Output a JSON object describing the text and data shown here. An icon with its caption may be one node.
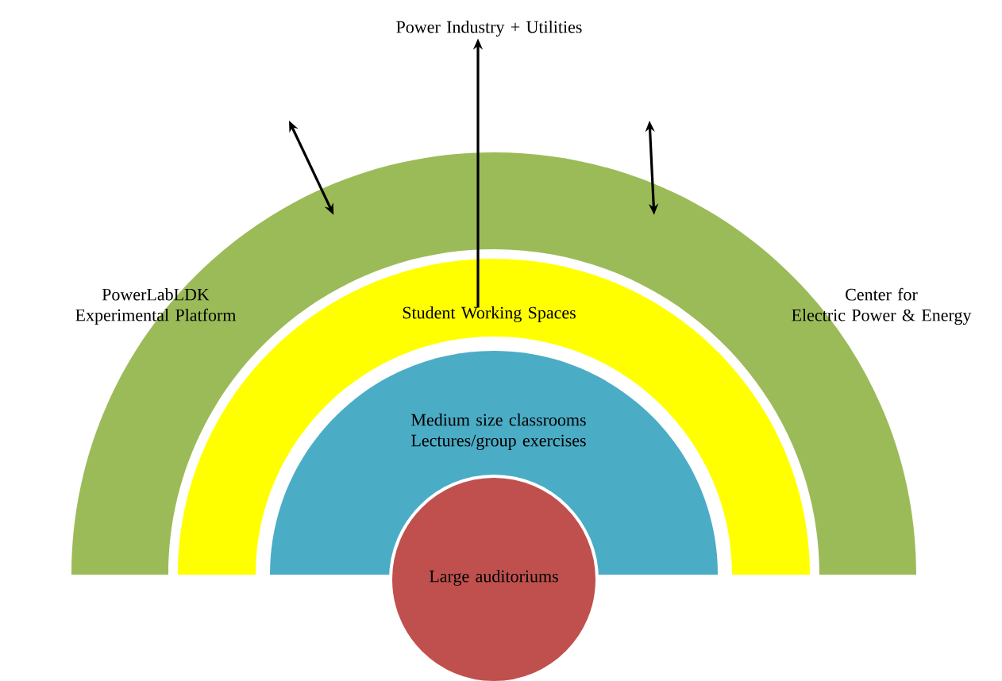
{
  "diagram": {
    "nodes": [
      {
        "text": [
          "PowerLabLDK Experimental Platform",
          "Center for Electric Power & Energy"
        ]
      },
      {
        "text": [
          "Student Working Spaces"
        ],
        "in": 0
      },
      {
        "text": [
          "Medium size classrooms Lectures/group exercises"
        ],
        "in": 1
      },
      {
        "text": [
          "Large auditoriums"
        ]
      },
      {
        "text": [
          "Power Industry + Utilities"
        ]
      }
    ],
    "edges": [
      {
        "from": 1,
        "to": 4,
        "arrow": "to"
      },
      {
        "from": 0,
        "to": null,
        "arrow": "both"
      },
      {
        "from": 0,
        "to": null,
        "arrow": "both"
      }
    ]
  }
}
